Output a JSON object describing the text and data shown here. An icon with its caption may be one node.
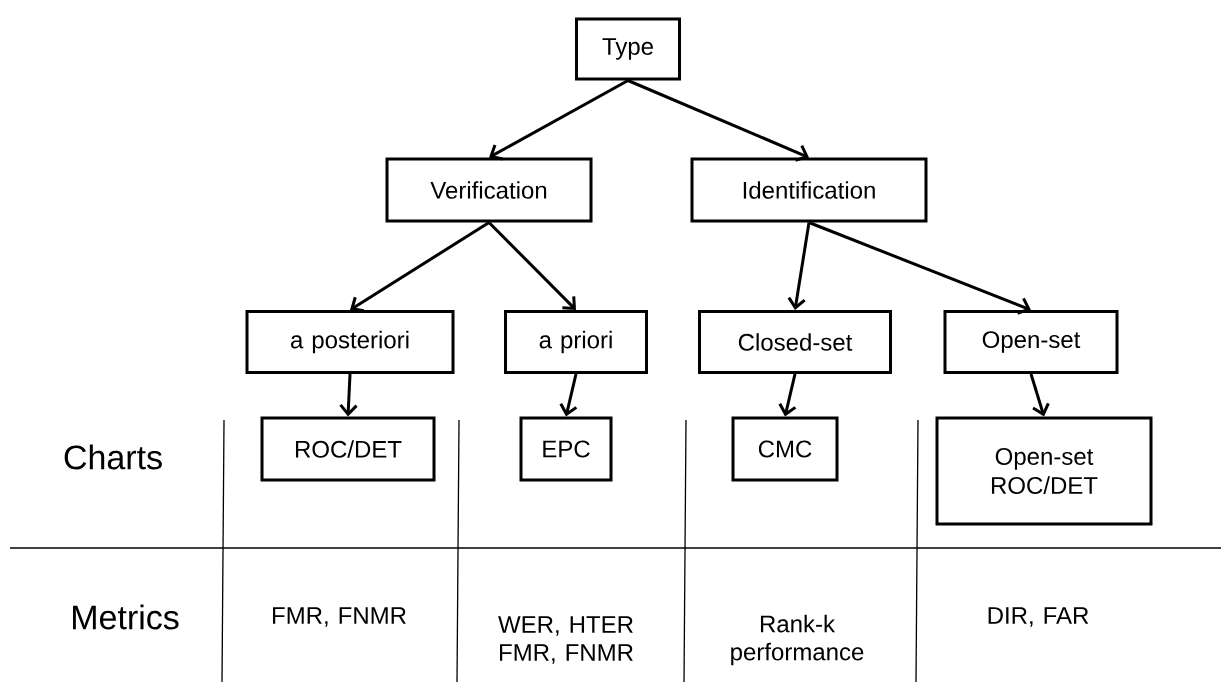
{
  "diagram": {
    "nodes": [
      {
        "text": [
          "Type"
        ]
      },
      {
        "text": [
          "Verification"
        ]
      },
      {
        "text": [
          "Identification"
        ]
      },
      {
        "text": [
          "a posteriori"
        ]
      },
      {
        "text": [
          "a priori"
        ]
      },
      {
        "text": [
          "Closed-set"
        ]
      },
      {
        "text": [
          "Open-set"
        ]
      },
      {
        "text": [
          "ROC/DET"
        ]
      },
      {
        "text": [
          "EPC"
        ]
      },
      {
        "text": [
          "CMC"
        ]
      },
      {
        "text": [
          "Open-set ROC/DET"
        ]
      }
    ],
    "edges": [
      {
        "from": 0,
        "to": 1,
        "arrow": "to"
      },
      {
        "from": 0,
        "to": 2,
        "arrow": "to"
      },
      {
        "from": 1,
        "to": 3,
        "arrow": "to"
      },
      {
        "from": 1,
        "to": 4,
        "arrow": "to"
      },
      {
        "from": 2,
        "to": 5,
        "arrow": "to"
      },
      {
        "from": 2,
        "to": 6,
        "arrow": "to"
      },
      {
        "from": 3,
        "to": 7,
        "arrow": "to"
      },
      {
        "from": 4,
        "to": 8,
        "arrow": "to"
      },
      {
        "from": 5,
        "to": 9,
        "arrow": "to"
      },
      {
        "from": 6,
        "to": 10,
        "arrow": "to"
      }
    ],
    "labels": [
      "Charts",
      "Metrics",
      "FMR, FNMR",
      "WER, HTER FMR, FNMR",
      "Rank-k performance",
      "DIR, FAR"
    ]
  }
}
